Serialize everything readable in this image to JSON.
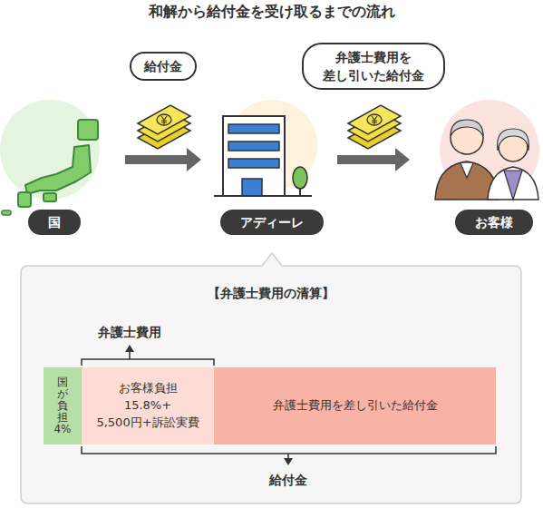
{
  "diagram": {
    "title": "和解から給付金を受け取るまでの流れ",
    "nodes": [
      {
        "text": [
          "国"
        ]
      },
      {
        "text": [
          "アディーレ"
        ]
      },
      {
        "text": [
          "お客様"
        ]
      },
      {
        "text": [
          "【弁護士費用の清算】"
        ]
      },
      {
        "text": [
          "国が負担4%"
        ],
        "in": 3
      },
      {
        "text": [
          "お客様負担 15.8%+ 5,500円+訴訟実費"
        ],
        "in": 3
      },
      {
        "text": [
          "弁護士費用を差し引いた給付金"
        ],
        "in": 3
      }
    ],
    "edges": [
      {
        "from": 0,
        "to": 1,
        "arrow": "to",
        "label": "給付金"
      },
      {
        "from": 1,
        "to": 2,
        "arrow": "to",
        "label": "弁護士費用を 差し引いた給付金"
      }
    ],
    "labels": [
      "弁護士費用",
      "給付金"
    ]
  }
}
